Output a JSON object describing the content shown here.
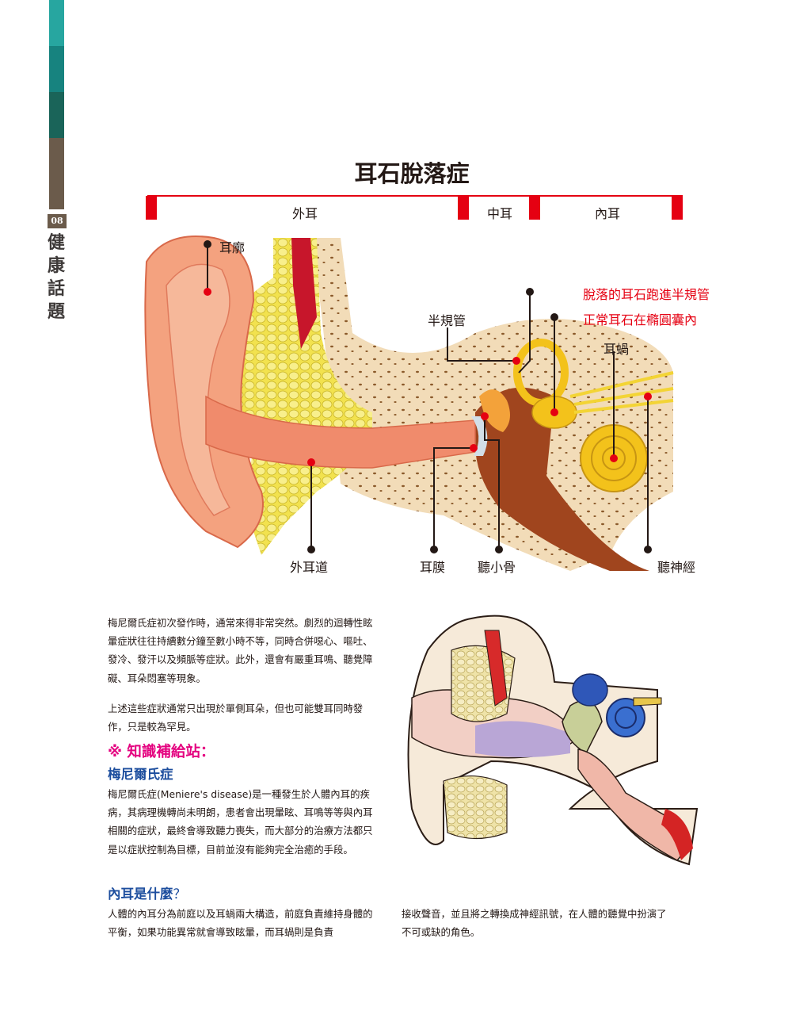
{
  "sidebar": {
    "colors": [
      "#27a6a0",
      "#17837f",
      "#1a6459",
      "#6b5b4b"
    ],
    "page_number": "08",
    "column_title": [
      "健",
      "康",
      "話",
      "題"
    ]
  },
  "diagram": {
    "title": "耳石脫落症",
    "sections": [
      "外耳",
      "中耳",
      "內耳"
    ],
    "labels": {
      "auricle": "耳廓",
      "semicircular_canal": "半規管",
      "cochlea": "耳蝸",
      "ear_canal": "外耳道",
      "eardrum": "耳膜",
      "ossicles": "聽小骨",
      "auditory_nerve": "聽神經"
    },
    "red_labels": {
      "dislodged": "脫落的耳石跑進半規管",
      "normal": "正常耳石在橢圓囊內"
    }
  },
  "article": {
    "p1": "梅尼爾氏症初次發作時，通常來得非常突然。劇烈的迴轉性眩暈症狀往往持續數分鐘至數小時不等，同時合併噁心、嘔吐、發冷、發汗以及頻脈等症狀。此外，還會有嚴重耳鳴、聽覺障礙、耳朵悶塞等現象。",
    "p2": "上述這些症狀通常只出現於單側耳朵，但也可能雙耳同時發作，只是較為罕見。",
    "knowledge_heading": "※ 知識補給站：",
    "meniere_heading": "梅尼爾氏症",
    "p3": "梅尼爾氏症(Meniere's disease)是一種發生於人體內耳的疾病，其病理機轉尚未明朗，患者會出現暈眩、耳鳴等等與內耳相關的症狀，最終會導致聽力喪失，而大部分的治療方法都只是以症狀控制為目標，目前並沒有能夠完全治癒的手段。",
    "inner_ear_heading": "內耳是什麼",
    "inner_ear_heading_mark": "？",
    "p4_left": "人體的內耳分為前庭以及耳蝸兩大構造，前庭負責維持身體的平衡，如果功能異常就會導致眩暈，而耳蝸則是負責",
    "p4_right": "接收聲音，並且將之轉換成神經訊號，在人體的聽覺中扮演了不可或缺的角色。"
  }
}
